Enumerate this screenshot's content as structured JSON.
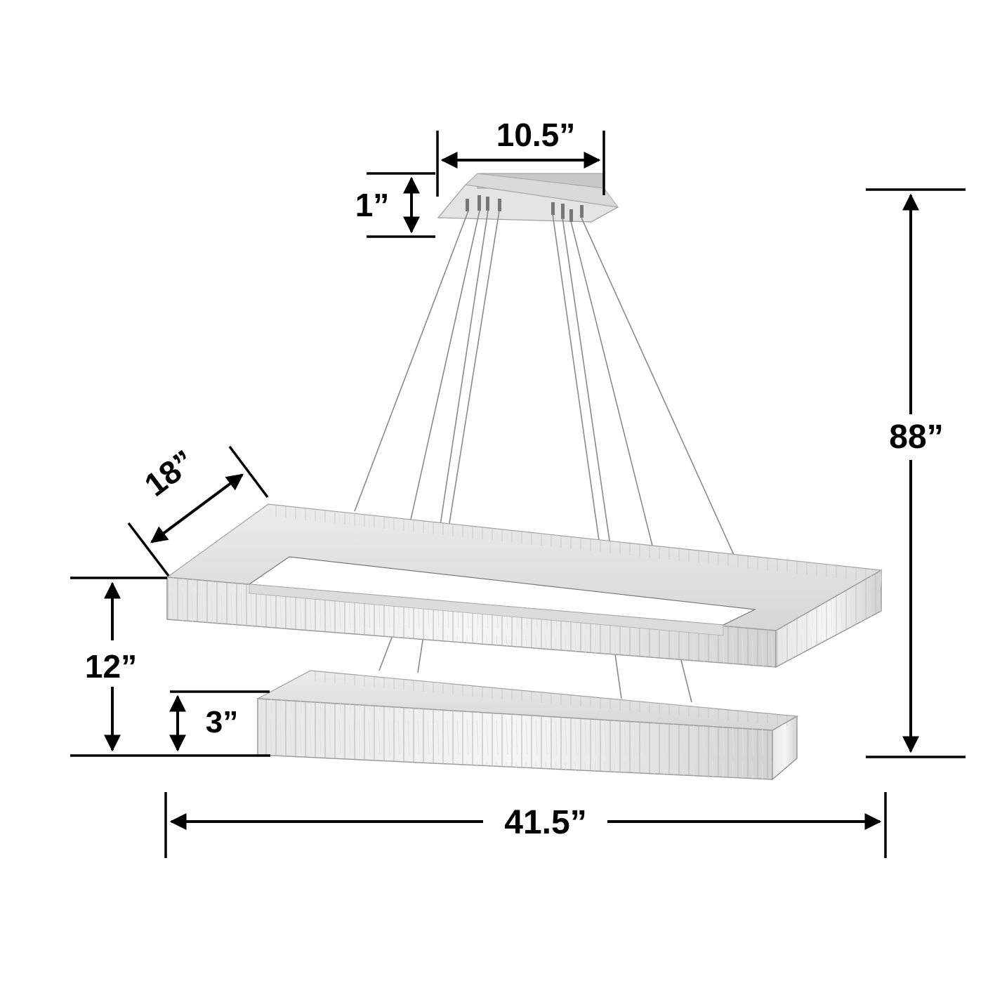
{
  "diagram": {
    "title": "Two-tier rectangular crystal chandelier dimensions",
    "subject": "chandelier",
    "colors": {
      "dimension_lines": "#000000",
      "labels": "#000000",
      "crystal": "#d9d9d9",
      "canopy": "#cfcfcf",
      "wire": "#8a8a8a",
      "background": "#ffffff"
    }
  },
  "dimensions": {
    "canopy_width": {
      "label": "10.5”",
      "value": 10.5,
      "unit": "in",
      "orientation": "horizontal"
    },
    "canopy_height": {
      "label": "1”",
      "value": 1,
      "unit": "in",
      "orientation": "vertical"
    },
    "overall_height": {
      "label": "88”",
      "value": 88,
      "unit": "in",
      "orientation": "vertical"
    },
    "depth": {
      "label": "18”",
      "value": 18,
      "unit": "in",
      "orientation": "diagonal"
    },
    "tier_spacing": {
      "label": "12”",
      "value": 12,
      "unit": "in",
      "orientation": "vertical"
    },
    "ring_height": {
      "label": "3”",
      "value": 3,
      "unit": "in",
      "orientation": "vertical"
    },
    "overall_width": {
      "label": "41.5”",
      "value": 41.5,
      "unit": "in",
      "orientation": "horizontal"
    }
  },
  "components": {
    "canopy": "ceiling-canopy",
    "upper_ring": "upper-crystal-ring",
    "lower_ring": "lower-crystal-ring",
    "wire_count": 8
  }
}
